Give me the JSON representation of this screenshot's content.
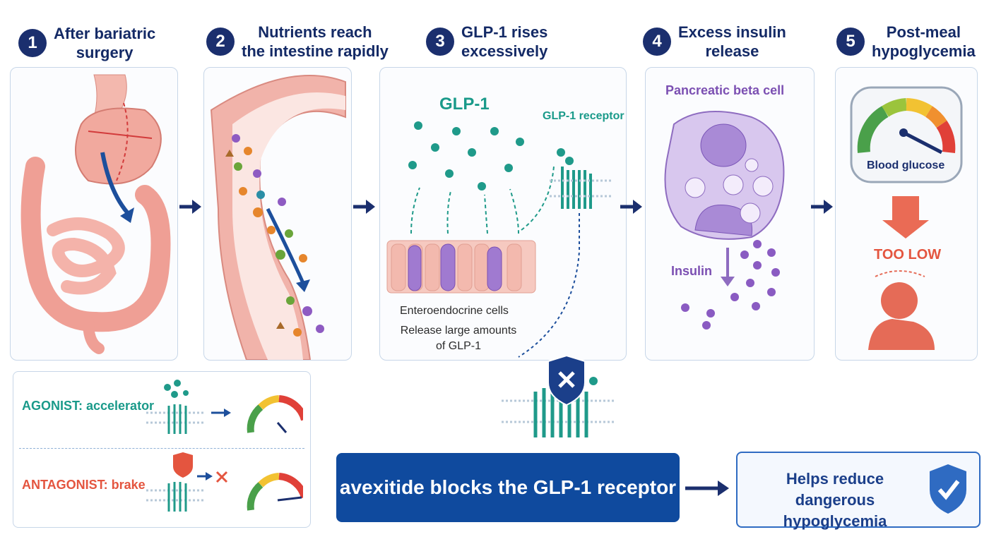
{
  "steps": [
    {
      "num": "1",
      "title_l1": "After bariatric",
      "title_l2": "surgery"
    },
    {
      "num": "2",
      "title_l1": "Nutrients reach",
      "title_l2": "the intestine rapidly"
    },
    {
      "num": "3",
      "title_l1": "GLP-1 rises",
      "title_l2": "excessively"
    },
    {
      "num": "4",
      "title_l1": "Excess insulin",
      "title_l2": "release"
    },
    {
      "num": "5",
      "title_l1": "Post-meal",
      "title_l2": "hypoglycemia"
    }
  ],
  "panel3": {
    "glp1_label": "GLP-1",
    "receptor_label": "GLP-1 receptor",
    "cells_label": "Enteroendocrine cells",
    "release_l1": "Release large amounts",
    "release_l2": "of GLP-1"
  },
  "panel4": {
    "cell_label": "Pancreatic beta cell",
    "insulin_label": "Insulin"
  },
  "panel5": {
    "gauge_label": "Blood glucose",
    "too_low": "TOO LOW"
  },
  "legend": {
    "agonist": "AGONIST: accelerator",
    "antagonist": "ANTAGONIST: brake"
  },
  "main_message": "avexitide blocks the GLP-1 receptor",
  "outcome_l1": "Helps reduce dangerous",
  "outcome_l2": "hypoglycemia",
  "colors": {
    "navy": "#1b2f6e",
    "teal": "#1a9a8a",
    "purple": "#7b4fb2",
    "red": "#e4553f",
    "blue": "#0f4a9e"
  }
}
